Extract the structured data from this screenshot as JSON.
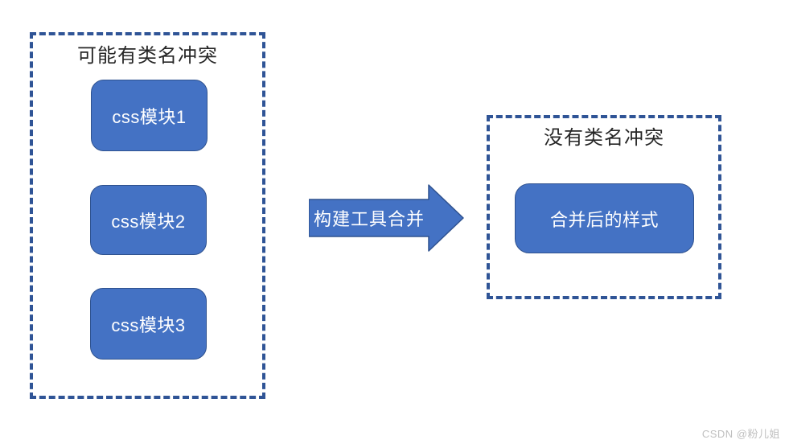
{
  "diagram": {
    "left_group": {
      "title": "可能有类名冲突",
      "modules": [
        {
          "label": "css模块1"
        },
        {
          "label": "css模块2"
        },
        {
          "label": "css模块3"
        }
      ]
    },
    "arrow": {
      "label": "构建工具合并"
    },
    "right_group": {
      "title": "没有类名冲突",
      "result": {
        "label": "合并后的样式"
      }
    },
    "watermark": "CSDN @粉儿姐",
    "colors": {
      "shape_fill": "#4472C4",
      "shape_border": "#2F528F",
      "dashed_border": "#2F5496",
      "title_text": "#262626",
      "shape_text": "#FFFFFF",
      "watermark_text": "#BFBFBF"
    }
  }
}
